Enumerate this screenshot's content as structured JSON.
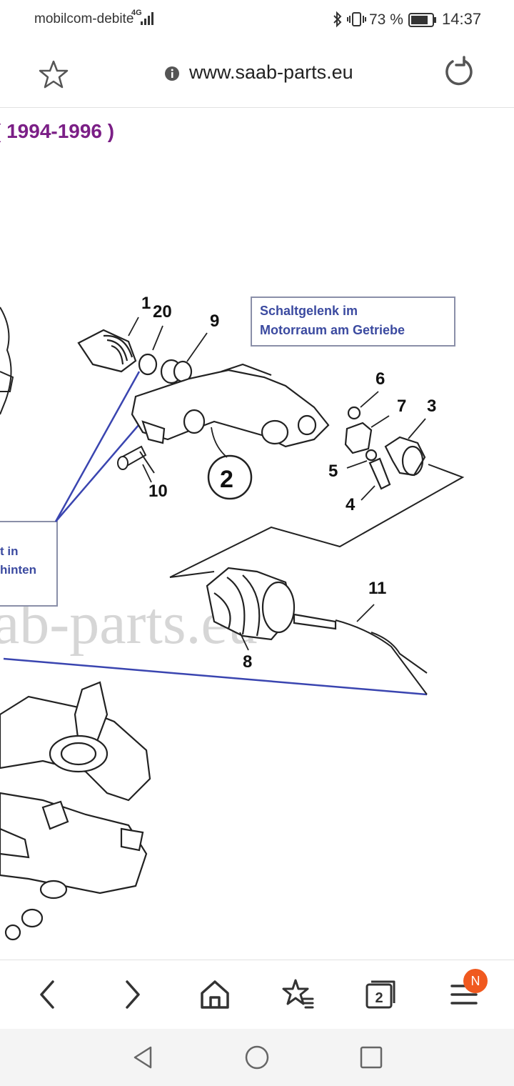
{
  "status_bar": {
    "carrier": "mobilcom-debite",
    "network": "4G",
    "battery_percent": "73 %",
    "time": "14:37"
  },
  "browser": {
    "url": "www.saab-parts.eu",
    "icons": [
      "star-icon",
      "info-icon",
      "reload-icon"
    ]
  },
  "page": {
    "heading": "( 1994-1996 )",
    "diagram": {
      "callout_top": [
        "Schaltgelenk im",
        "Motorraum am Getriebe"
      ],
      "callout_left": [
        "t in",
        "hinten"
      ],
      "watermark": "ab-parts.eu",
      "part_numbers": [
        "1",
        "20",
        "9",
        "2",
        "10",
        "6",
        "7",
        "3",
        "5",
        "4",
        "11",
        "8"
      ]
    }
  },
  "bottom_nav": {
    "tabs_count": "2",
    "badge": "N",
    "icons": [
      "back-icon",
      "forward-icon",
      "home-icon",
      "bookmarks-icon",
      "tabs-icon",
      "menu-icon"
    ]
  },
  "system_nav": {
    "icons": [
      "system-back-icon",
      "system-home-icon",
      "system-recents-icon"
    ]
  },
  "colors": {
    "heading": "#7b1f86",
    "callout_text": "#3b4aa0",
    "leader_lines": "#3a45b0",
    "badge": "#f0591f"
  }
}
